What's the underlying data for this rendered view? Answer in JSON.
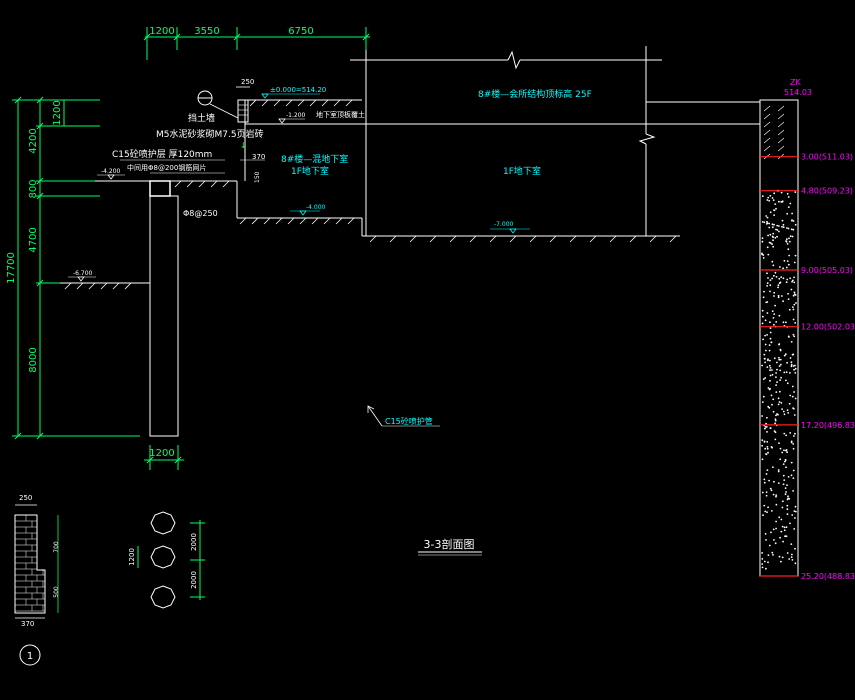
{
  "colors": {
    "background": "#000000",
    "line": "#ffffff",
    "dimension": "#00ff66",
    "annotation": "#00ffff",
    "soil_label": "#ff00ff",
    "soil_mark": "#ff2020"
  },
  "top_dims": [
    "1200",
    "3550",
    "6750"
  ],
  "left_dims": [
    "1200",
    "4200",
    "800",
    "4700",
    "8000"
  ],
  "left_total": "17700",
  "pile_width": "1200",
  "building": {
    "tower_label": "8#楼—会所结构顶标高  25F",
    "basement_label": "1F地下室",
    "floor_level": "-7.000"
  },
  "annex": {
    "label_line1": "8#楼—混地下室",
    "label_line2": "1F地下室",
    "floor_level": "-4.000",
    "dim_370": "370",
    "dim_250": "250",
    "dim_150": "150"
  },
  "levels": {
    "top": "±0.000=514.20",
    "roof": "-1.200",
    "roof_note": "地下室顶板覆土",
    "berm": "-4.200",
    "pit": "-6.700"
  },
  "notes": {
    "retaining_wall": "挡土墙",
    "mortar": "M5水泥砂浆砌M7.5页岩砖",
    "c15_layer": "C15砼喷护层 厚120mm",
    "mesh": "中间用Φ8@200钢筋网片",
    "dowel": "Φ8@250",
    "c15_pipe": "C15砼喷护管"
  },
  "section_title": "3-3剖面图",
  "borehole": {
    "id": "ZK",
    "top_elev": "514.03",
    "layers": [
      {
        "label": "3.00(511.03)",
        "depth": 3.0
      },
      {
        "label": "4.80(509.23)",
        "depth": 4.8
      },
      {
        "label": "9.00(505.03)",
        "depth": 9.0
      },
      {
        "label": "12.00(502.03)",
        "depth": 12.0
      },
      {
        "label": "17.20(496.83)",
        "depth": 17.2
      },
      {
        "label": "25.20(488.83)",
        "depth": 25.2
      }
    ]
  },
  "detail": {
    "dim_top": "250",
    "dim_bottom": "370",
    "dim_700": "700",
    "dim_500": "500",
    "marker": "1"
  },
  "piles": {
    "dim_1200": "1200",
    "dim_2000a": "2000",
    "dim_2000b": "2000"
  }
}
